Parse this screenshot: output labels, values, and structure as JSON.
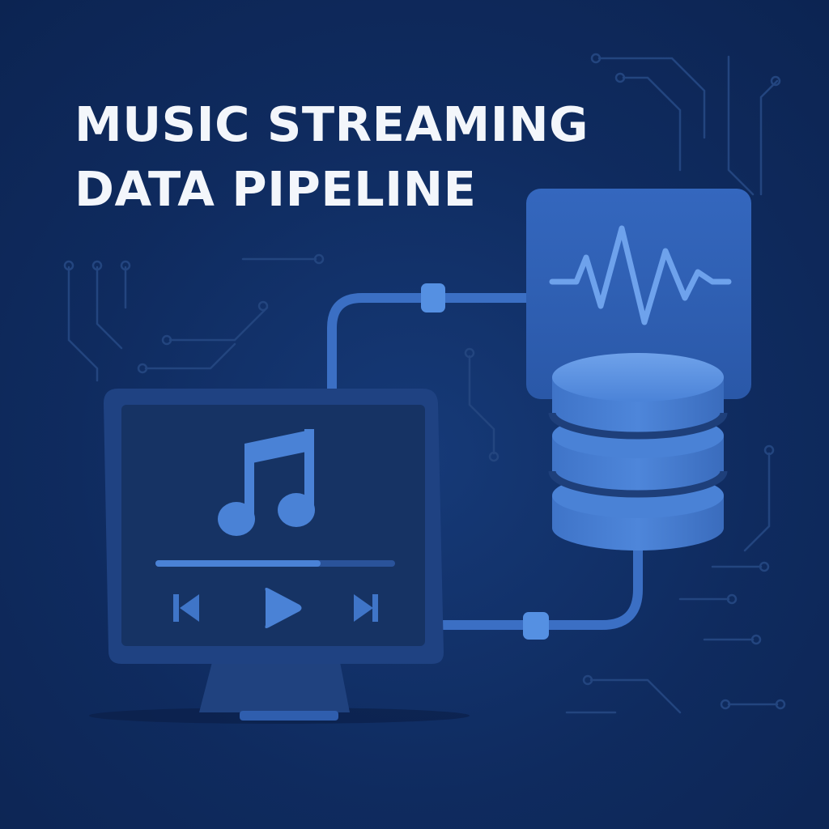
{
  "title": {
    "line1": "MUSIC STREAMING",
    "line2": "DATA PIPELINE"
  },
  "icons": {
    "music_note": "music-note-icon",
    "waveform": "audio-waveform-icon",
    "database": "database-icon",
    "prev": "skip-previous-icon",
    "play": "play-icon",
    "next": "skip-next-icon",
    "monitor": "monitor-icon"
  },
  "player": {
    "progress_fraction": 0.69
  },
  "colors": {
    "background": "#0f2b5f",
    "accent": "#4a82d6",
    "accent_light": "#5a94e4",
    "panel": "#2d5eb4",
    "title_text": "#f3f6fb"
  }
}
